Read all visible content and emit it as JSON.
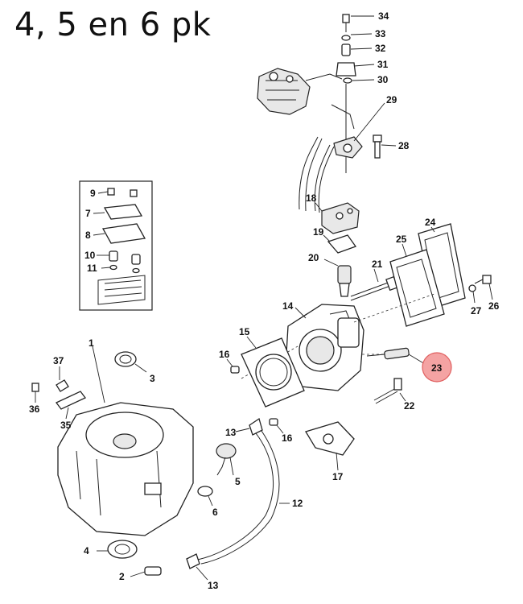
{
  "title": "4, 5 en 6 pk",
  "highlight": {
    "part": "23",
    "color": "#f4a3a3",
    "stroke": "#e06060"
  },
  "callouts": [
    "34",
    "33",
    "32",
    "31",
    "30",
    "29",
    "28",
    "18",
    "19",
    "20",
    "21",
    "24",
    "25",
    "27",
    "26",
    "9",
    "7",
    "8",
    "10",
    "11",
    "14",
    "15",
    "16",
    "23",
    "22",
    "1",
    "37",
    "3",
    "36",
    "35",
    "13",
    "16",
    "17",
    "5",
    "6",
    "12",
    "4",
    "2",
    "13"
  ]
}
